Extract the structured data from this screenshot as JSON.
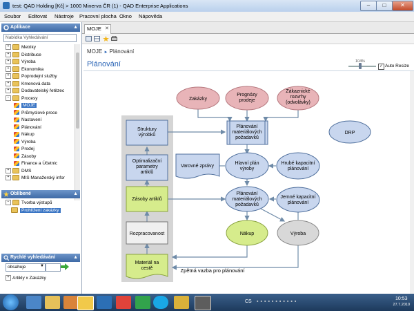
{
  "window": {
    "title": "test: QAD Holding [Kč] > 1000 Minerva ČR (1) - QAD Enterprise Applications",
    "minimize": "–",
    "maximize": "□",
    "close": "✕"
  },
  "menu": [
    "Soubor",
    "Editovat",
    "Nástroje",
    "Pracovní plocha",
    "Okno",
    "Nápověda"
  ],
  "sidebar": {
    "apps_header": "Aplikace",
    "search_placeholder": "Nabídka Vyhledávání",
    "tree": [
      {
        "label": "Metriky",
        "level": 0,
        "expander": "+",
        "icon": "folder"
      },
      {
        "label": "Distribuce",
        "level": 0,
        "expander": "+",
        "icon": "folder"
      },
      {
        "label": "Výroba",
        "level": 0,
        "expander": "+",
        "icon": "folder"
      },
      {
        "label": "Ekonomika",
        "level": 0,
        "expander": "+",
        "icon": "folder"
      },
      {
        "label": "Poprodejní služby",
        "level": 0,
        "expander": "+",
        "icon": "folder"
      },
      {
        "label": "Kmenová data",
        "level": 0,
        "expander": "+",
        "icon": "folder"
      },
      {
        "label": "Dodavatelský řetězec",
        "level": 0,
        "expander": "+",
        "icon": "folder"
      },
      {
        "label": "Procesy",
        "level": 0,
        "expander": "−",
        "icon": "folder-open"
      },
      {
        "label": "MOJE",
        "level": 1,
        "expander": "",
        "icon": "process",
        "selected": true
      },
      {
        "label": "Průmyslové proce",
        "level": 1,
        "expander": "",
        "icon": "process"
      },
      {
        "label": "Nastavení",
        "level": 1,
        "expander": "",
        "icon": "process"
      },
      {
        "label": "Plánování",
        "level": 1,
        "expander": "",
        "icon": "process"
      },
      {
        "label": "Nákup",
        "level": 1,
        "expander": "",
        "icon": "process"
      },
      {
        "label": "Výroba",
        "level": 1,
        "expander": "",
        "icon": "process"
      },
      {
        "label": "Prodej",
        "level": 1,
        "expander": "",
        "icon": "process"
      },
      {
        "label": "Zásoby",
        "level": 1,
        "expander": "",
        "icon": "process"
      },
      {
        "label": "Finance a Účetnic",
        "level": 1,
        "expander": "",
        "icon": "process"
      },
      {
        "label": "DMS",
        "level": 0,
        "expander": "+",
        "icon": "folder"
      },
      {
        "label": "MIS Manažerský infor",
        "level": 0,
        "expander": "+",
        "icon": "folder"
      }
    ],
    "favorites_header": "Oblíbené",
    "favorites": [
      {
        "label": "Tvorba výstupů",
        "level": 0,
        "expander": "−"
      },
      {
        "label": "Prohlížení zakázky",
        "level": 1,
        "expander": "",
        "selected": true
      }
    ],
    "quick_header": "Rychlé vyhledávání",
    "quick_select": "obsahuje",
    "quick_item": "Artikly x Zakázky"
  },
  "tabs": [
    {
      "label": "MOJE",
      "close": "✕"
    }
  ],
  "breadcrumb": {
    "root": "MOJE",
    "sep": "►",
    "current": "Plánování"
  },
  "page_title": "Plánování",
  "zoom": {
    "label": "104%",
    "auto_resize": "Auto Resize"
  },
  "diagram": {
    "nodes": {
      "zakazky": "Zakázky",
      "prognozy": "Prognózy prodeje",
      "zakaznicke": "Zákaznické rozvrhy (odvolávky)",
      "plan_mat1": "Plánování materiálových požadavků",
      "drp": "DRP",
      "struktury": "Struktury výrobků",
      "optim": "Optimalizační parametry artiklů",
      "varovne": "Varovné zprávy",
      "hlavni": "Hlavní plán výroby",
      "hruby": "Hrubé kapacitní plánování",
      "zasoby": "Zásoby artiklů",
      "plan_mat2": "Plánování materiálových požadavků",
      "jemne": "Jemné kapacitní plánování",
      "rozpracovanost": "Rozpracovanost",
      "nakup": "Nákup",
      "vyroba": "Výroba",
      "material": "Materiál na cestě"
    },
    "feedback_label": "Zpětná vazba pro plánování"
  },
  "taskbar": {
    "lang": "CS",
    "time": "10:53",
    "date": "27.7.2010"
  },
  "colors": {
    "red_node": "#e8b4b8",
    "blue_node": "#c8d6ee",
    "green_node": "#d6ec8c",
    "gray_node": "#d8d8d8",
    "accent": "#2b65b6"
  }
}
